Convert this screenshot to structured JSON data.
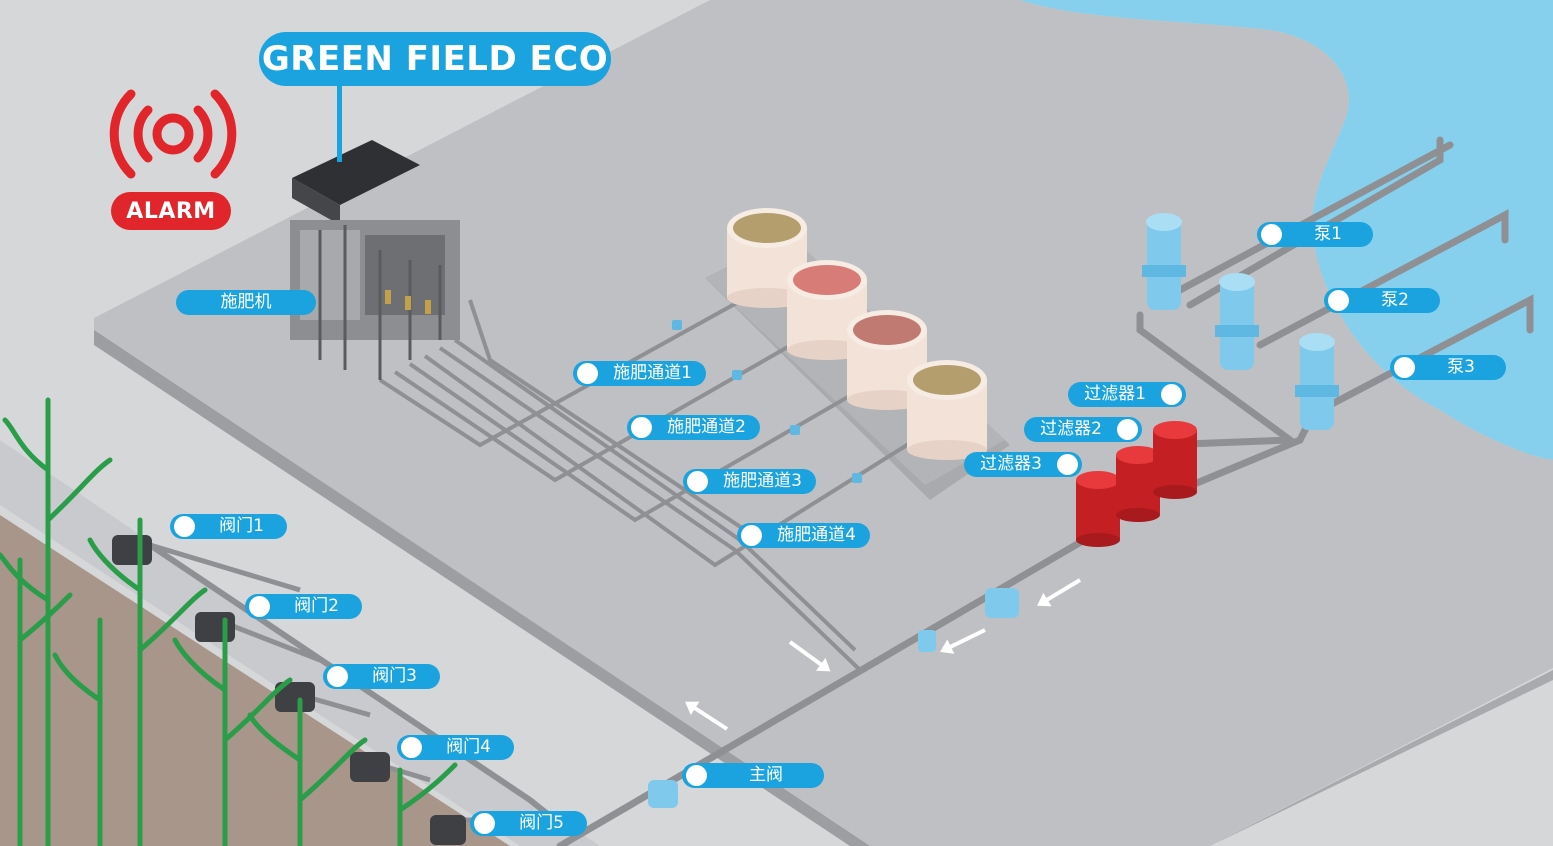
{
  "title": "GREEN FIELD ECO",
  "alarm": {
    "label": "ALARM"
  },
  "colors": {
    "accent": "#1aa3df",
    "alarm": "#e0262b",
    "water": "#86d0ee",
    "platform": "#bfc0c3",
    "filter": "#d9262a"
  },
  "icons": {
    "alarm": "alarm-signal-icon",
    "arrow": "flow-arrow-icon"
  },
  "labels": {
    "fertilizer_machine": "施肥机",
    "channel_1": "施肥通道1",
    "channel_2": "施肥通道2",
    "channel_3": "施肥通道3",
    "channel_4": "施肥通道4",
    "pump_1": "泵1",
    "pump_2": "泵2",
    "pump_3": "泵3",
    "filter_1": "过滤器1",
    "filter_2": "过滤器2",
    "filter_3": "过滤器3",
    "valve_1": "阀门1",
    "valve_2": "阀门2",
    "valve_3": "阀门3",
    "valve_4": "阀门4",
    "valve_5": "阀门5",
    "main_valve": "主阀"
  }
}
